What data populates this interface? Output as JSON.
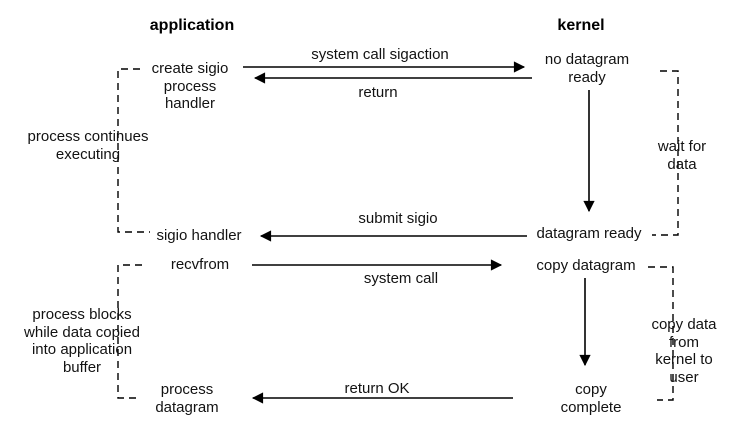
{
  "diagram": {
    "title_left": "application",
    "title_right": "kernel",
    "app_column": {
      "create_sigio": "create sigio\nprocess\nhandler",
      "sigio_handler": "sigio handler",
      "recvfrom": "recvfrom",
      "process_datagram": "process\ndatagram"
    },
    "kernel_column": {
      "no_datagram_ready": "no datagram\nready",
      "datagram_ready": "datagram ready",
      "copy_datagram": "copy datagram",
      "copy_complete": "copy\ncomplete"
    },
    "side_notes": {
      "process_continues": "process continues\nexecuting",
      "process_blocks": "process blocks\nwhile data copied\ninto application\nbuffer",
      "wait_for_data": "wait for\ndata",
      "copy_data_from": "copy data from\nkernel to user"
    },
    "arrow_labels": {
      "sigaction": "system call sigaction",
      "return": "return",
      "submit_sigio": "submit sigio",
      "system_call": "system call",
      "return_ok": "return OK"
    },
    "colors": {
      "line": "#000000",
      "text": "#121212",
      "background": "#ffffff"
    }
  }
}
